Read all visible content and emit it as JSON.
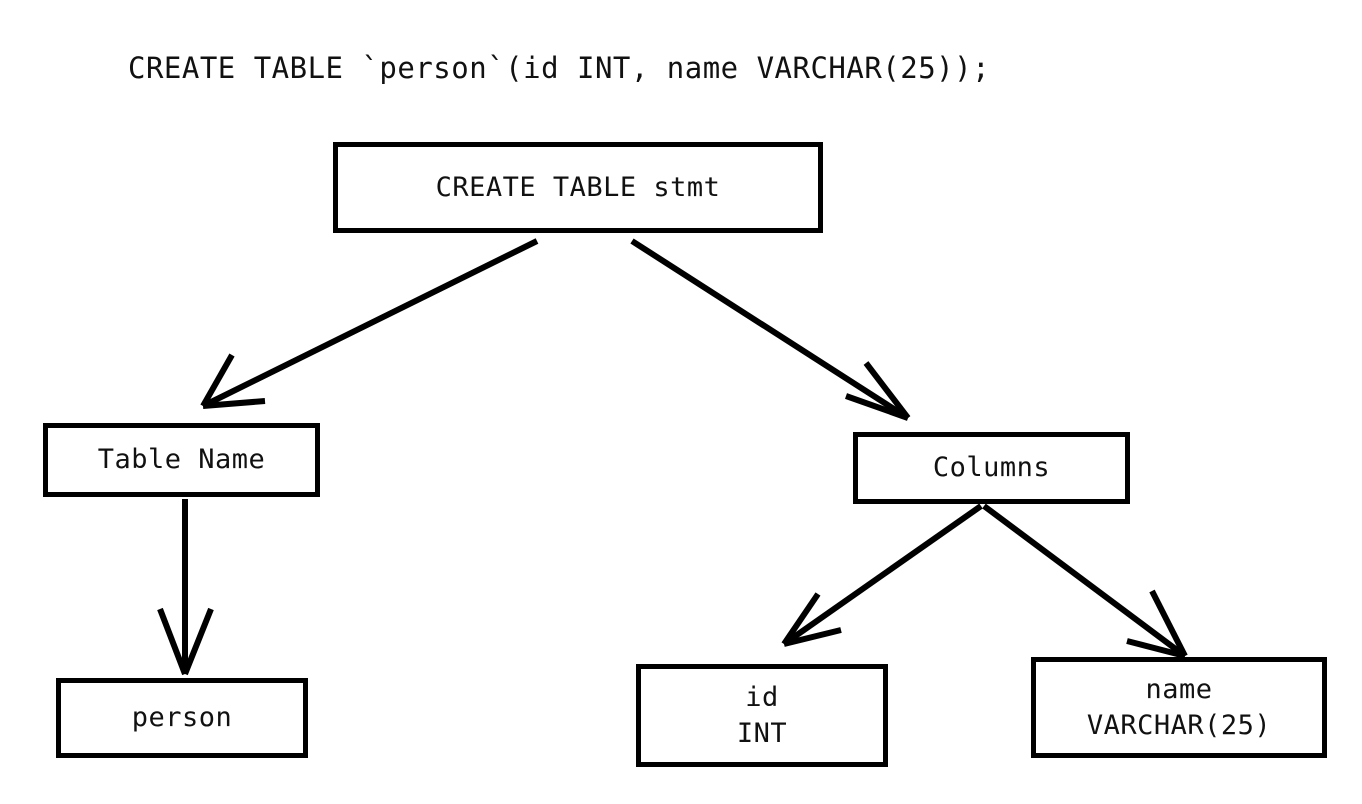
{
  "diagram": {
    "title": "CREATE TABLE `person`(id INT, name VARCHAR(25));",
    "background_color": "#ffffff",
    "stroke_color": "#000000",
    "text_color": "#111111",
    "nodes": {
      "root": {
        "label": "CREATE TABLE stmt"
      },
      "table_name": {
        "label": "Table Name"
      },
      "columns": {
        "label": "Columns"
      },
      "person": {
        "label": "person"
      },
      "col_id": {
        "line1": "id",
        "line2": "INT"
      },
      "col_name": {
        "line1": "name",
        "line2": "VARCHAR(25)"
      }
    },
    "edges": [
      {
        "from": "CREATE TABLE stmt",
        "to": "Table Name",
        "style": "arrow"
      },
      {
        "from": "CREATE TABLE stmt",
        "to": "Columns",
        "style": "arrow"
      },
      {
        "from": "Table Name",
        "to": "person",
        "style": "arrow"
      },
      {
        "from": "Columns",
        "to": "id INT",
        "style": "arrow"
      },
      {
        "from": "Columns",
        "to": "name VARCHAR(25)",
        "style": "arrow"
      }
    ]
  }
}
